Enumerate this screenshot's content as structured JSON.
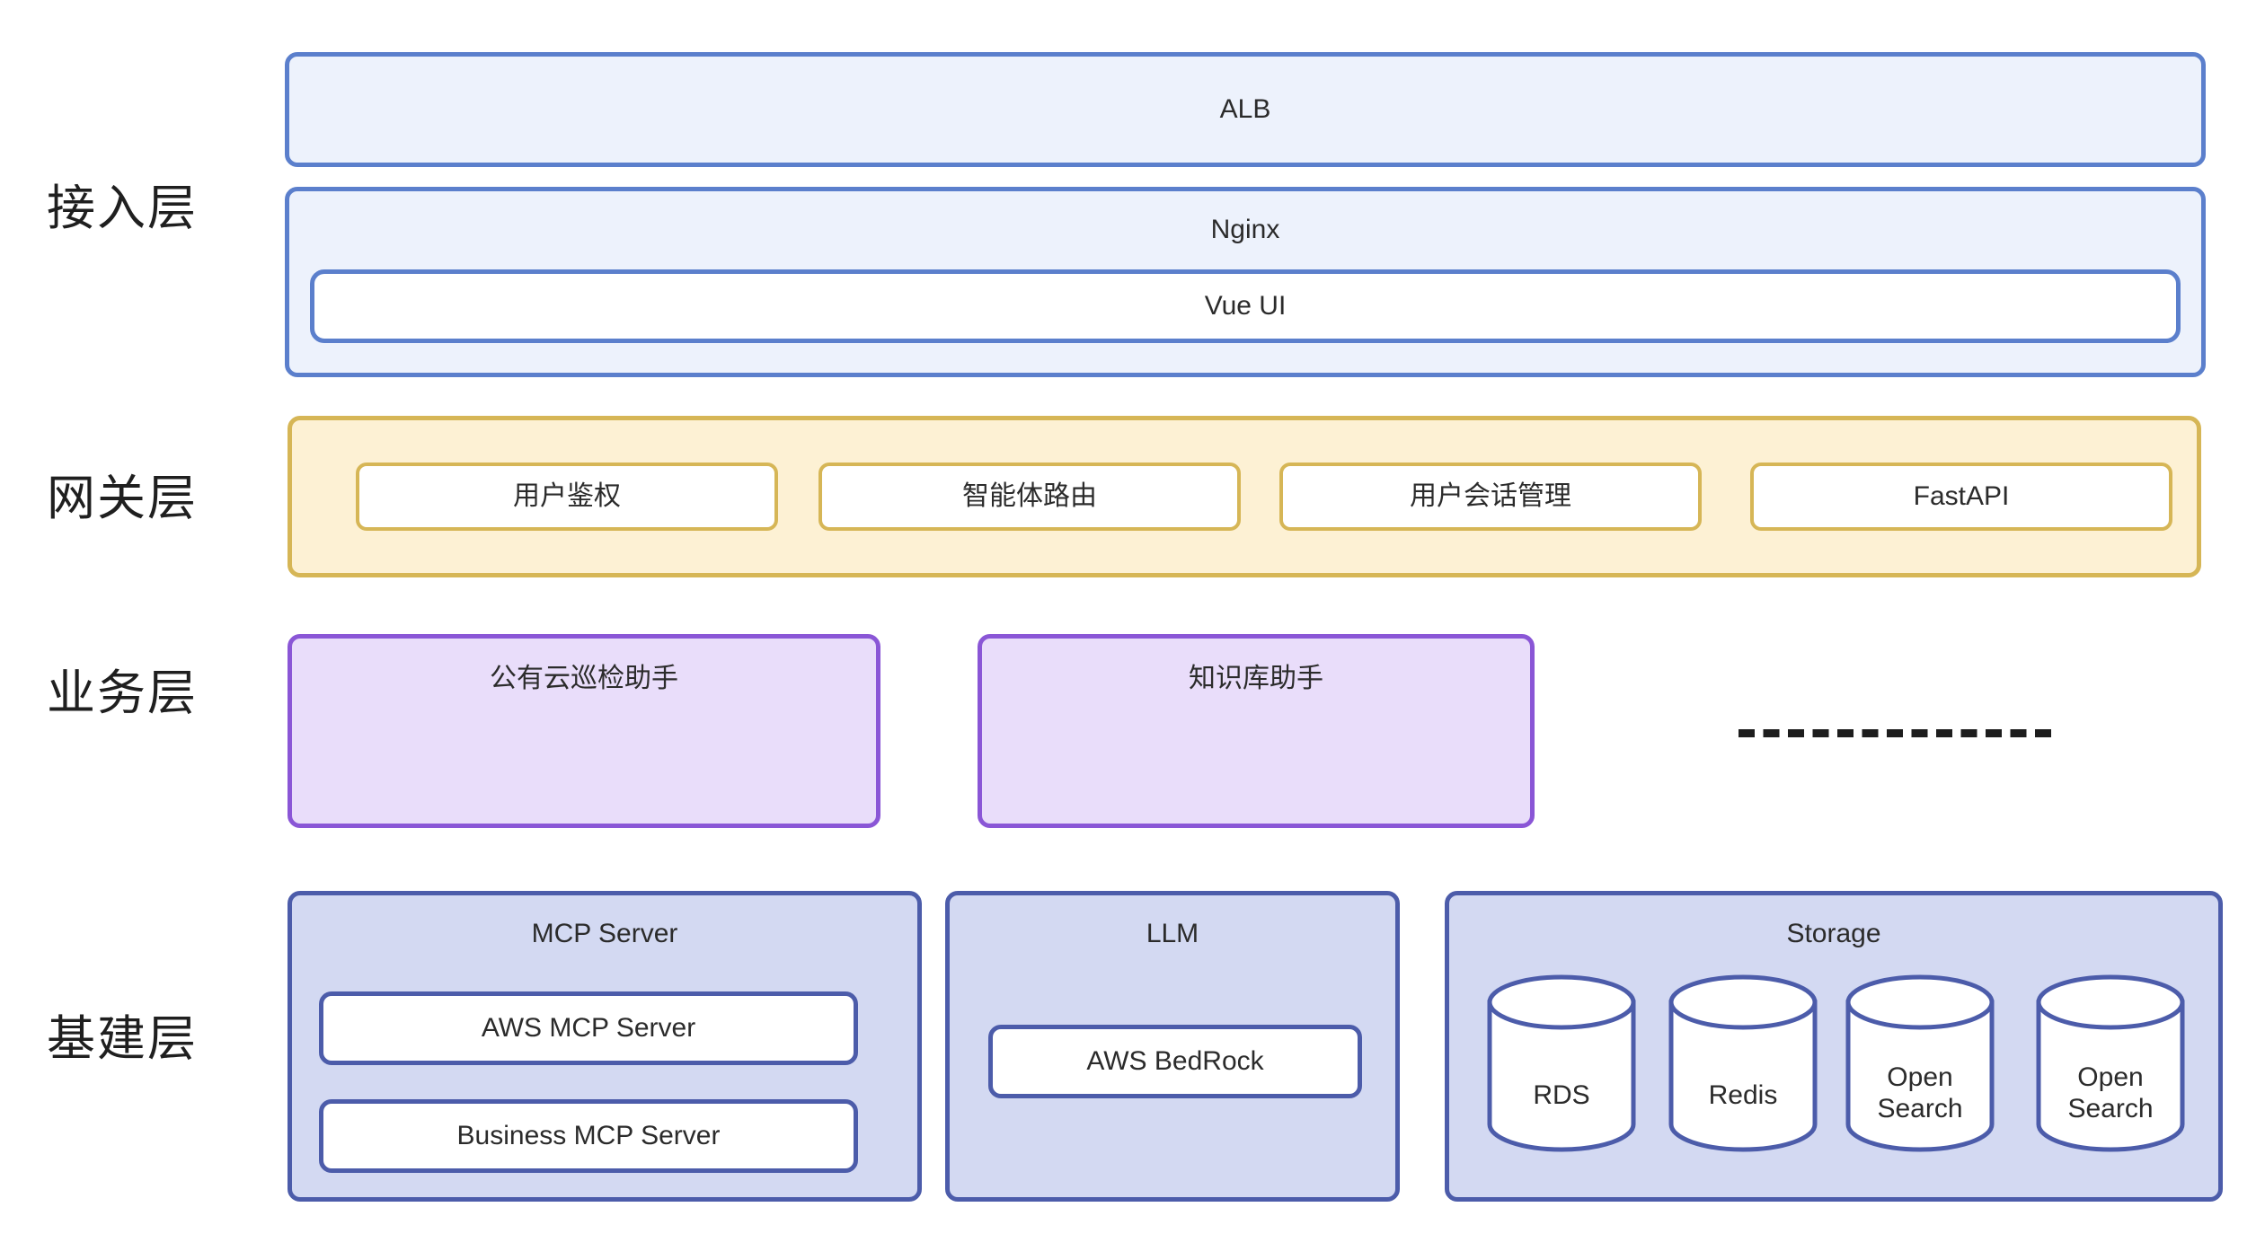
{
  "diagram": {
    "title": "",
    "colors": {
      "access_border": "#5b7fcc",
      "access_fill": "#edf2fc",
      "gateway_border": "#d6b656",
      "gateway_fill": "#fdf1d4",
      "business_border": "#8a56d6",
      "business_fill": "#e9ddfa",
      "infra_border": "#4c5caa",
      "infra_fill": "#d3d9f2",
      "box_white": "#ffffff",
      "text": "#2b2b2b",
      "label_text": "#1f1f1f",
      "dash": "#1d1d1d"
    },
    "layers": [
      {
        "id": "access",
        "label": "接入层",
        "blocks": [
          {
            "id": "alb",
            "label": "ALB"
          },
          {
            "id": "nginx",
            "label": "Nginx",
            "children": [
              {
                "id": "vue-ui",
                "label": "Vue UI"
              }
            ]
          }
        ]
      },
      {
        "id": "gateway",
        "label": "网关层",
        "items": [
          {
            "id": "user-auth",
            "label": "用户鉴权"
          },
          {
            "id": "agent-routing",
            "label": "智能体路由"
          },
          {
            "id": "user-session-management",
            "label": "用户会话管理"
          },
          {
            "id": "fastapi",
            "label": "FastAPI"
          }
        ]
      },
      {
        "id": "business",
        "label": "业务层",
        "items": [
          {
            "id": "public-cloud-inspection-assistant",
            "label": "公有云巡检助手"
          },
          {
            "id": "knowledge-base-assistant",
            "label": "知识库助手"
          }
        ],
        "more_indicator": "dashed-line"
      },
      {
        "id": "infrastructure",
        "label": "基建层",
        "groups": [
          {
            "id": "mcp-server",
            "label": "MCP Server",
            "children": [
              {
                "id": "aws-mcp-server",
                "label": "AWS MCP Server"
              },
              {
                "id": "business-mcp-server",
                "label": "Business MCP Server"
              }
            ]
          },
          {
            "id": "llm",
            "label": "LLM",
            "children": [
              {
                "id": "aws-bedrock",
                "label": "AWS BedRock"
              }
            ]
          },
          {
            "id": "storage",
            "label": "Storage",
            "databases": [
              {
                "id": "rds",
                "label": "RDS"
              },
              {
                "id": "redis",
                "label": "Redis"
              },
              {
                "id": "opensearch-1",
                "label": "Open\nSearch"
              },
              {
                "id": "opensearch-2",
                "label": "Open\nSearch"
              }
            ]
          }
        ]
      }
    ]
  }
}
